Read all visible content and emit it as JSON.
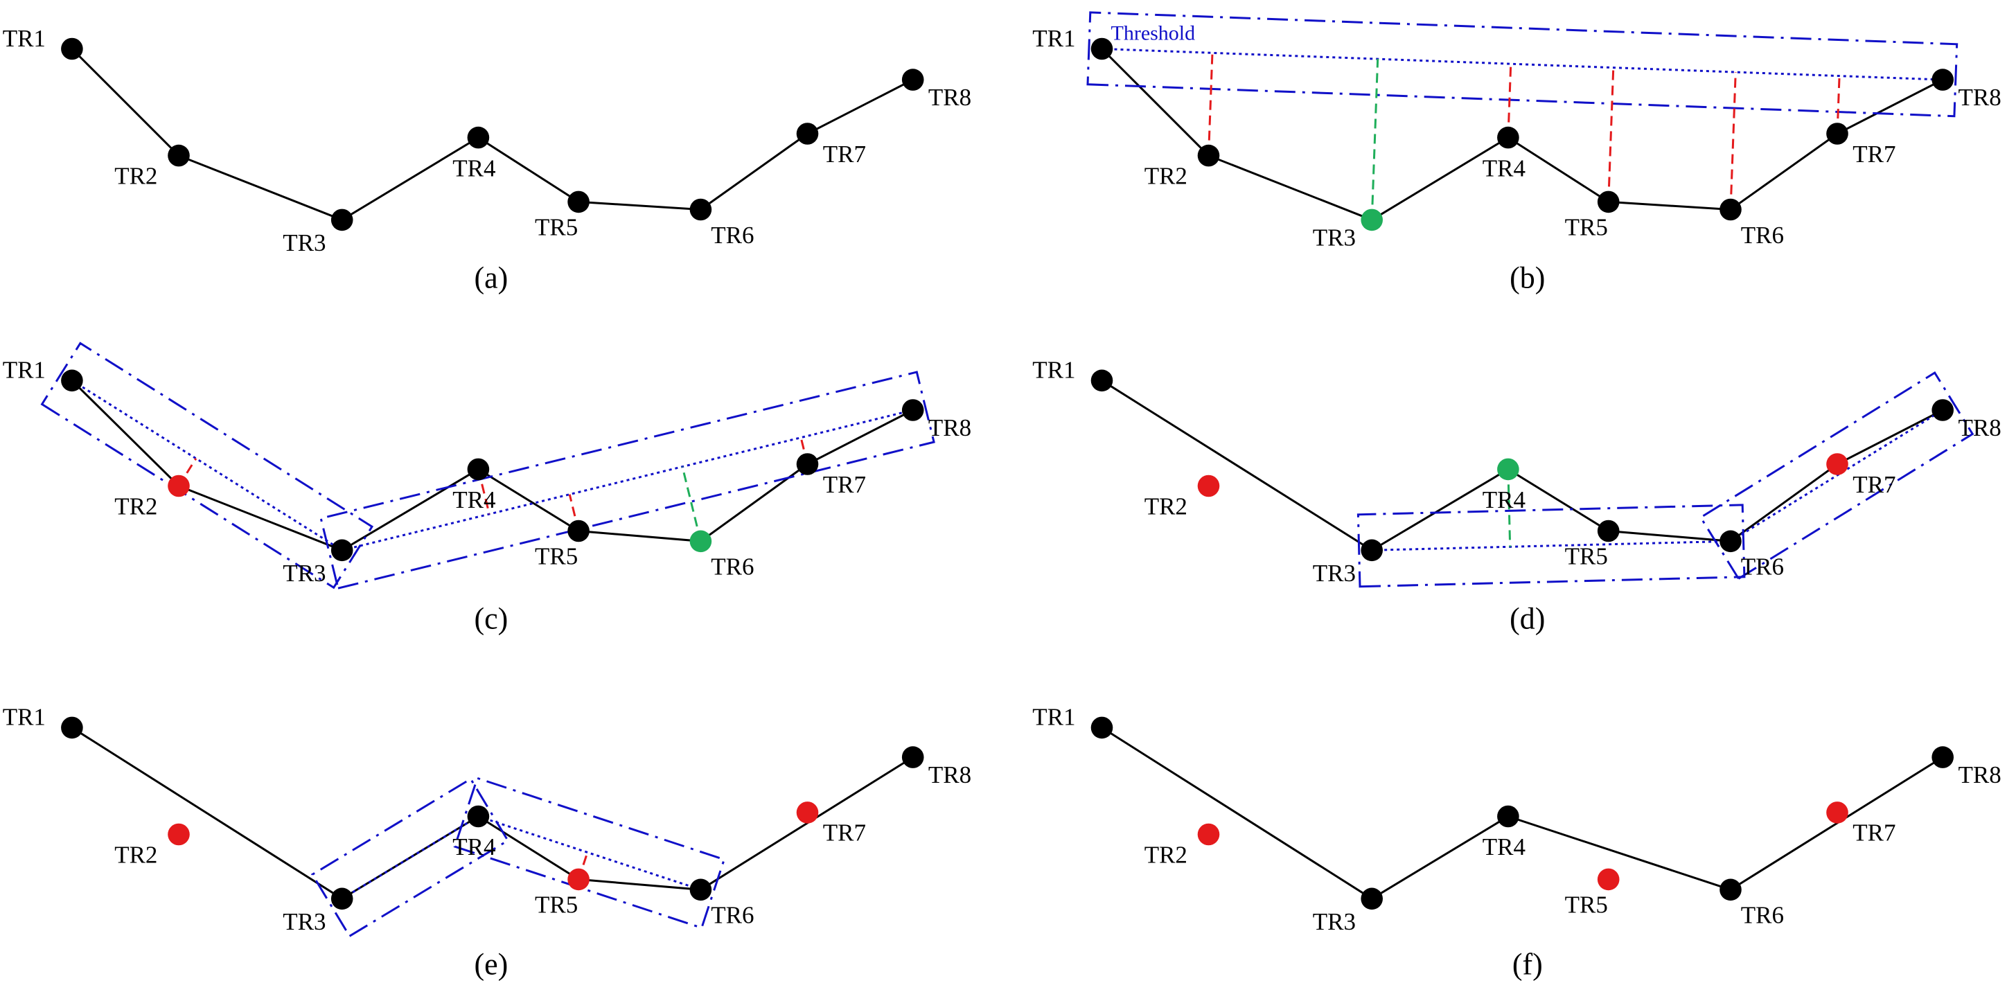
{
  "colors": {
    "point": "#000000",
    "removed_point": "#e41a1c",
    "farthest_point": "#1fae5a",
    "threshold_box": "#1010c8",
    "distance_removed": "#e41a1c",
    "distance_farthest": "#1fae5a"
  },
  "labels": [
    "TR1",
    "TR2",
    "TR3",
    "TR4",
    "TR5",
    "TR6",
    "TR7",
    "TR8"
  ],
  "threshold_label": "Threshold",
  "panels": [
    {
      "caption": "(a)"
    },
    {
      "caption": "(b)"
    },
    {
      "caption": "(c)"
    },
    {
      "caption": "(d)"
    },
    {
      "caption": "(e)"
    },
    {
      "caption": "(f)"
    }
  ]
}
